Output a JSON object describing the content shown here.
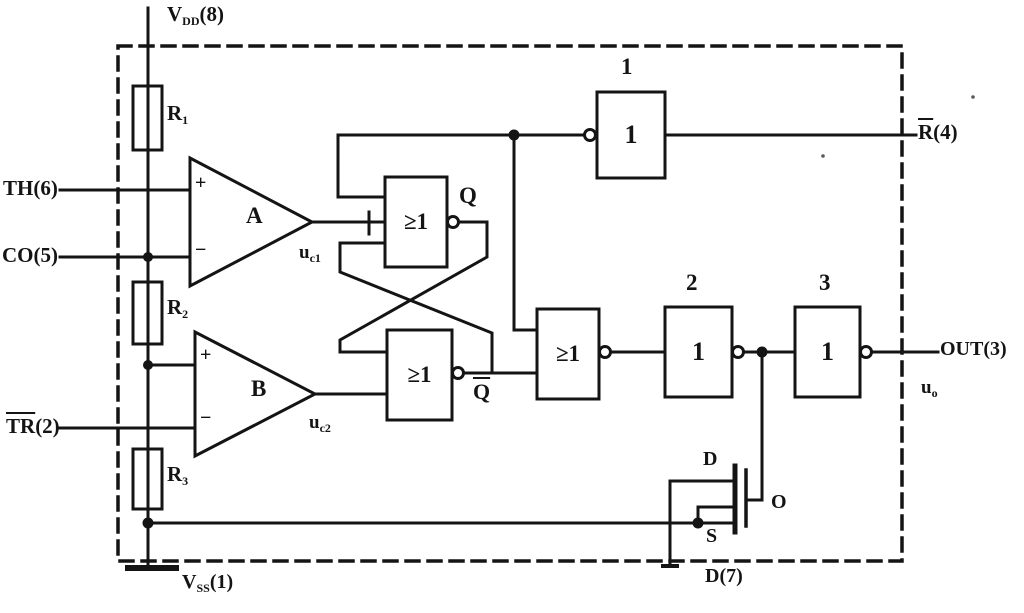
{
  "figure": {
    "kind": "scanned circuit schematic, internal block diagram of a 555-type timer IC",
    "colors": {
      "background": "#ffffff",
      "ink": "#141414"
    }
  },
  "pins": {
    "vdd": {
      "name": "V",
      "sub": "DD",
      "pin": "(8)"
    },
    "th": {
      "name": "TH",
      "pin": "(6)"
    },
    "co": {
      "name": "CO",
      "pin": "(5)"
    },
    "trig": {
      "name": "TR",
      "pin": "(2)"
    },
    "vss": {
      "name": "V",
      "sub": "SS",
      "pin": "(1)"
    },
    "reset": {
      "name": "R",
      "pin": "(4)"
    },
    "out": {
      "name": "OUT",
      "pin": "(3)"
    },
    "dis": {
      "name": "D",
      "pin": "(7)"
    }
  },
  "resistors": {
    "r1": {
      "name": "R",
      "sub": "1"
    },
    "r2": {
      "name": "R",
      "sub": "2"
    },
    "r3": {
      "name": "R",
      "sub": "3"
    }
  },
  "comparators": {
    "a": {
      "name": "A",
      "plus": "+",
      "minus": "−",
      "output": {
        "name": "u",
        "sub": "c1"
      }
    },
    "b": {
      "name": "B",
      "plus": "+",
      "minus": "−",
      "output": {
        "name": "u",
        "sub": "c2"
      }
    }
  },
  "latch": {
    "nor_top": {
      "symbol": "≥1",
      "output": "Q"
    },
    "nor_bottom": {
      "symbol": "≥1",
      "output": "Q"
    }
  },
  "gates": {
    "nor_out": {
      "symbol": "≥1"
    },
    "g1": {
      "tag": "1",
      "symbol": "1"
    },
    "g2": {
      "tag": "2",
      "symbol": "1"
    },
    "g3": {
      "tag": "3",
      "symbol": "1"
    }
  },
  "transistor": {
    "drain": "D",
    "source": "S",
    "gate": "O"
  },
  "signals": {
    "uo": {
      "name": "u",
      "sub": "o"
    }
  }
}
